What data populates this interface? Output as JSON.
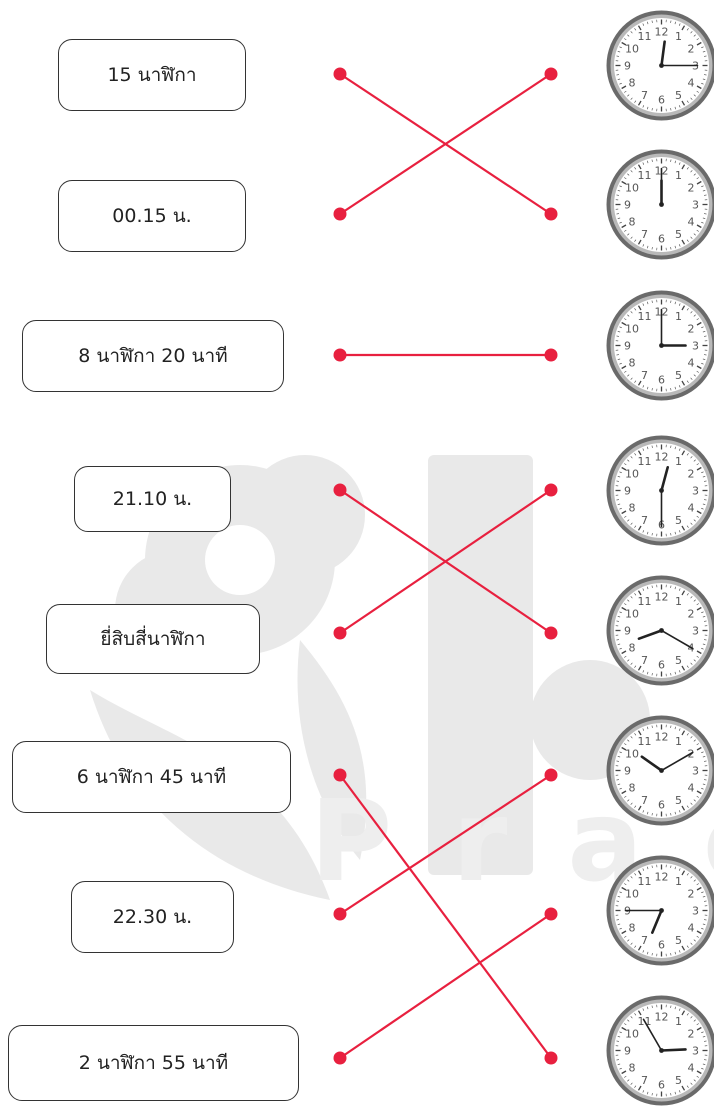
{
  "exercise": {
    "labels": [
      "15 นาฬิกา",
      "00.15 น.",
      "8 นาฬิกา 20 นาที",
      "21.10 น.",
      "ยี่สิบสี่นาฬิกา",
      "6 นาฬิกา 45 นาที",
      "22.30 น.",
      "2 นาฬิกา 55 นาที"
    ],
    "watermark": "Prac",
    "clock_numerals": [
      "12",
      "1",
      "2",
      "3",
      "4",
      "5",
      "6",
      "7",
      "8",
      "9",
      "10",
      "11"
    ],
    "clocks": [
      {
        "hour": 12,
        "minute": 15
      },
      {
        "hour": 12,
        "minute": 0
      },
      {
        "hour": 3,
        "minute": 0
      },
      {
        "hour": 12,
        "minute": 30
      },
      {
        "hour": 8,
        "minute": 20
      },
      {
        "hour": 10,
        "minute": 10
      },
      {
        "hour": 6,
        "minute": 45
      },
      {
        "hour": 2,
        "minute": 55
      }
    ],
    "matches": [
      [
        0,
        1
      ],
      [
        1,
        0
      ],
      [
        2,
        2
      ],
      [
        3,
        4
      ],
      [
        4,
        3
      ],
      [
        5,
        7
      ],
      [
        6,
        5
      ],
      [
        7,
        6
      ]
    ],
    "line_color": "#e8203f"
  }
}
